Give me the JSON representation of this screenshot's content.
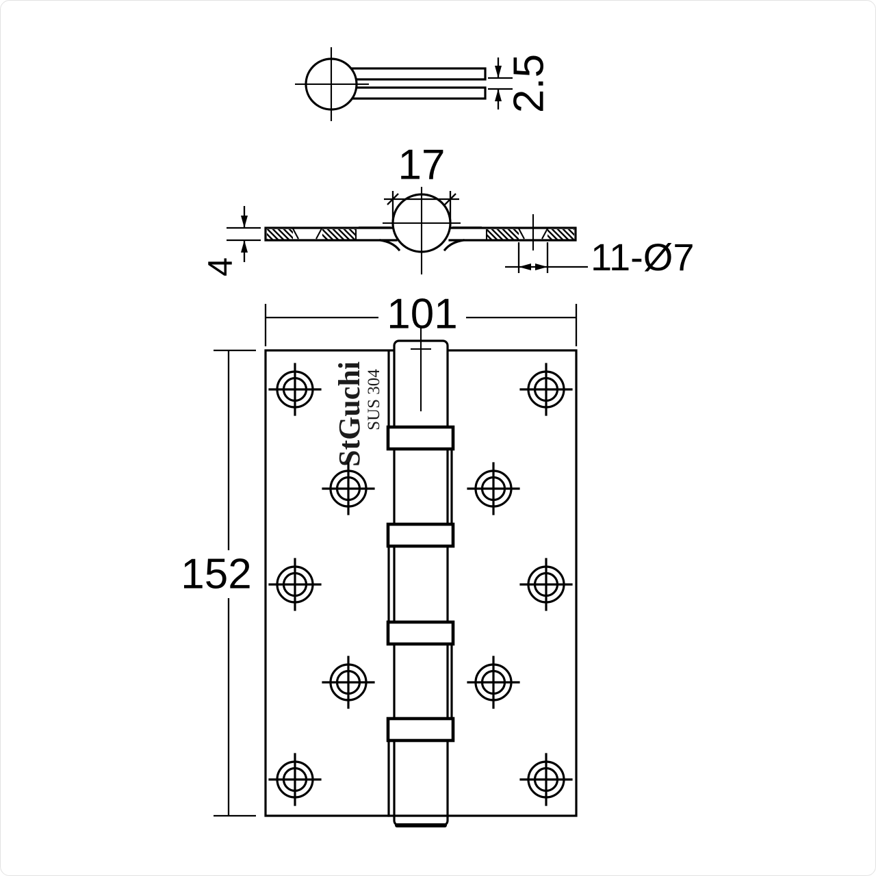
{
  "drawing": {
    "title": "door hinge technical drawing",
    "brand": "StGuchi",
    "material": "SUS 304",
    "dims": {
      "leaf_thickness": "2.5",
      "knuckle_width": "17",
      "plate_thickness": "4",
      "hole_spec": "11-Ø7",
      "plate_width": "101",
      "plate_height": "152"
    },
    "colors": {
      "line": "#000000",
      "background": "#ffffff",
      "logo": "#1c1c1c"
    }
  }
}
